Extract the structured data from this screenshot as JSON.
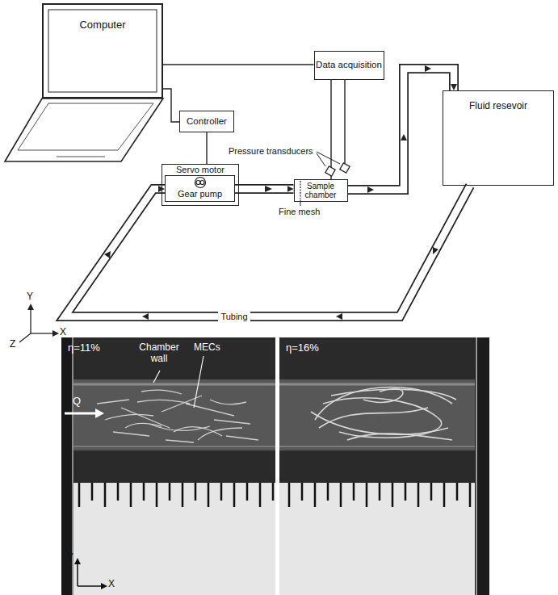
{
  "diagram": {
    "nodes": [
      {
        "text": [
          "Computer"
        ]
      },
      {
        "text": [
          "Data acquisition"
        ]
      },
      {
        "text": [
          "Controller"
        ]
      },
      {
        "text": [
          "Servo motor"
        ]
      },
      {
        "text": [
          "Gear pump"
        ],
        "in": 3
      },
      {
        "text": [
          "Sample chamber"
        ]
      },
      {
        "text": [
          "Fluid resevoir"
        ]
      }
    ],
    "edges": [
      {
        "from": 0,
        "to": 1,
        "arrow": "none"
      },
      {
        "from": 0,
        "to": 2,
        "arrow": "none"
      },
      {
        "from": 2,
        "to": 3,
        "arrow": "none"
      },
      {
        "from": 1,
        "to": 5,
        "arrow": "none"
      },
      {
        "from": 4,
        "to": 5,
        "arrow": "to"
      },
      {
        "from": 5,
        "to": 6,
        "arrow": "to"
      },
      {
        "from": 6,
        "to": 4,
        "label": "Tubing",
        "arrow": "to"
      }
    ],
    "labels": [
      "Pressure transducers",
      "Fine mesh",
      "Y",
      "X",
      "Z",
      "η=11%",
      "Chamber wall",
      "MECs",
      "Q",
      "Y",
      "X",
      "η=16%"
    ]
  }
}
